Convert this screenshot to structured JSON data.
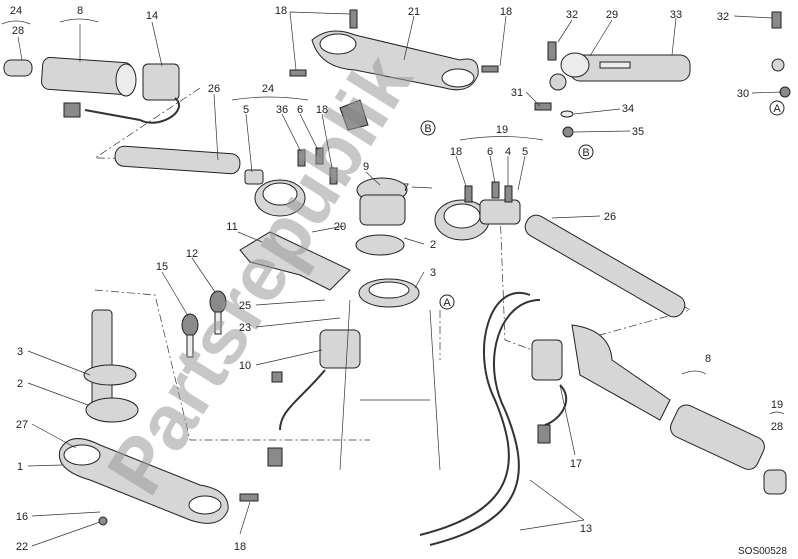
{
  "diagram": {
    "reference_code": "SOS00528",
    "watermark": "Partsrepublik",
    "callouts": {
      "c24a": "24",
      "c28a": "28",
      "c8a": "8",
      "c14": "14",
      "c26a": "26",
      "c24b": "24",
      "c5a": "5",
      "c36": "36",
      "c6a": "6",
      "c18a": "18",
      "c18b": "18",
      "c21": "21",
      "c18c": "18",
      "c32a": "32",
      "c29": "29",
      "c33": "33",
      "c32b": "32",
      "c30": "30",
      "cAa": "A",
      "c31": "31",
      "c34": "34",
      "c35": "35",
      "cBa": "B",
      "cBb": "B",
      "c19a": "19",
      "c18d": "18",
      "c6b": "6",
      "c4": "4",
      "c5b": "5",
      "c7": "7",
      "c26b": "26",
      "c9": "9",
      "c20": "20",
      "c11": "11",
      "c12": "12",
      "c15": "15",
      "c2a": "2",
      "c3a": "3",
      "c25": "25",
      "c23": "23",
      "c10": "10",
      "cAb": "A",
      "c3b": "3",
      "c2b": "2",
      "c27": "27",
      "c1": "1",
      "c16": "16",
      "c22": "22",
      "c18e": "18",
      "c8b": "8",
      "c17": "17",
      "c13": "13",
      "c19b": "19",
      "c28b": "28"
    }
  }
}
